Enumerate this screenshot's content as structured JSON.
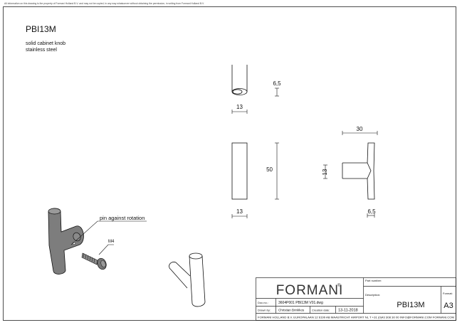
{
  "sheet": {
    "notice": "All information on this drawing is the property of Formani Holland B.V. and may not be copied, in any way whatsoever without obtaining the permission, in writing from Formani Holland B.V.",
    "part_code": "PBI13M",
    "description_lines": [
      "solid cabinet knob",
      "stainless steel"
    ]
  },
  "drawing": {
    "dimensions": {
      "top_view_height": "6,5",
      "top_view_width": "13",
      "front_height": "50",
      "front_width": "13",
      "side_width": "30",
      "side_height": "13",
      "side_offset": "6,5"
    },
    "annotations": {
      "pin": "pin against rotation",
      "screw": "M4"
    }
  },
  "title_block": {
    "brand": "FORMANI",
    "brand_mark": "®",
    "part_number_label": "Part number:",
    "description_label": "Description:",
    "part_number": "PBI13M",
    "format_label": "Format:",
    "format": "A3",
    "doc_label": "Doc.no.:",
    "doc_no": "3604P001 PBI13M V01.dwg",
    "drawn_label": "Drawn by:",
    "drawn_by": "Christian Brinkkos",
    "date_label": "Creation date:",
    "date": "13-11-2018",
    "footer": "FORMANI HOLLAND B.V. EUROPALAAN 12 6199 AB MAASTRICHT AIRPORT NL T +31 (0)43 308 30 00 INFO@FORMANI.COM FORMANI.COM"
  }
}
